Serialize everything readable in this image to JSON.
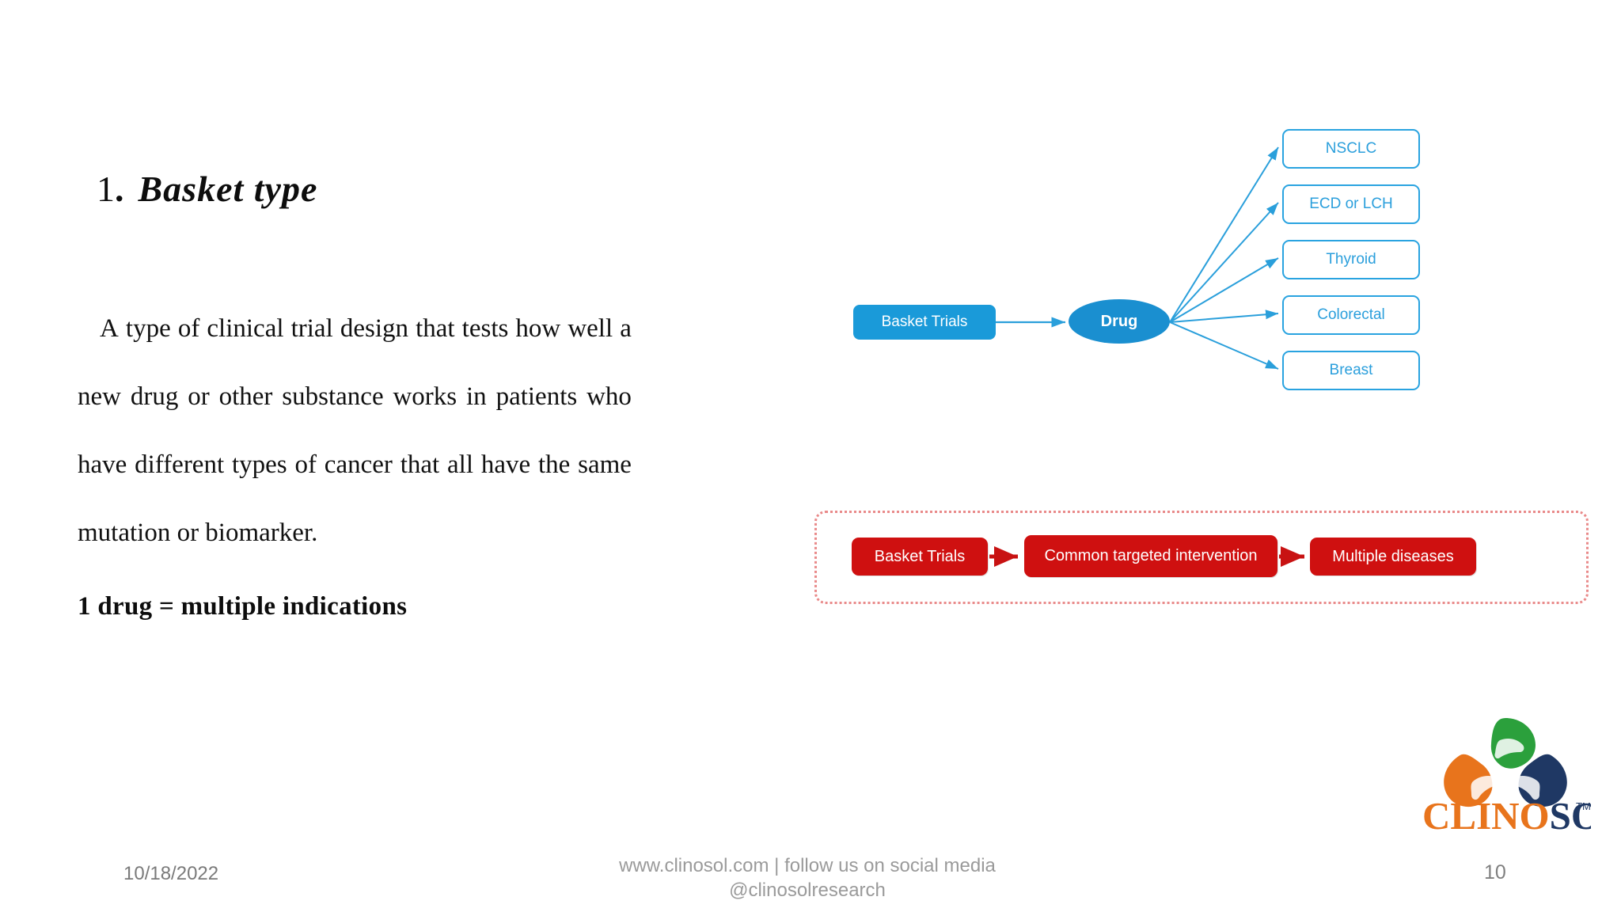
{
  "slide": {
    "heading": {
      "number": "1",
      "dot": ".",
      "title": "Basket  type"
    },
    "paragraph": {
      "line1": [
        "A",
        "type",
        "of",
        "clinical",
        "trial",
        "design",
        "that",
        "tests",
        "how",
        "well",
        "a"
      ],
      "line2": [
        "new",
        "drug",
        "or",
        "other",
        "substance",
        "works",
        "in",
        "patients",
        "who"
      ],
      "line3": [
        "have",
        "different",
        "types",
        "of",
        "cancer",
        "that",
        "all",
        "have",
        "the",
        "same"
      ],
      "line4": "mutation or biomarker.",
      "full_text": "A type of clinical trial design that tests how well a new drug or other substance works in patients who have different types of cancer that all have the same mutation or biomarker."
    },
    "emphasis": "1 drug = multiple indications"
  },
  "diagram_blue": {
    "source_label": "Basket Trials",
    "hub_label": "Drug",
    "leaves": [
      {
        "label": "NSCLC"
      },
      {
        "label": "ECD or LCH"
      },
      {
        "label": "Thyroid"
      },
      {
        "label": "Colorectal"
      },
      {
        "label": "Breast"
      }
    ],
    "colors": {
      "box_fill": "#1a9ad9",
      "hub_fill": "#1a8fd0",
      "leaf_border": "#29a3e0",
      "leaf_text": "#2b9fdc",
      "arrow": "#2a9fdb"
    }
  },
  "diagram_red": {
    "steps": [
      {
        "label": "Basket Trials"
      },
      {
        "label": "Common targeted intervention"
      },
      {
        "label": "Multiple diseases"
      }
    ],
    "colors": {
      "box_fill": "#cf1010",
      "arrow": "#c81212",
      "container_border": "#e98a8a"
    }
  },
  "logo": {
    "wordmark_part1": "CLIN",
    "wordmark_part2": "O",
    "wordmark_part3": "SOL",
    "trademark": "TM",
    "colors": {
      "orange": "#e8741c",
      "navy": "#1f3864",
      "green": "#2ba03c"
    }
  },
  "footer": {
    "date": "10/18/2022",
    "center_line1": "www.clinosol.com  |  follow us on social media",
    "center_line2": "@clinosolresearch",
    "page_number": "10"
  }
}
